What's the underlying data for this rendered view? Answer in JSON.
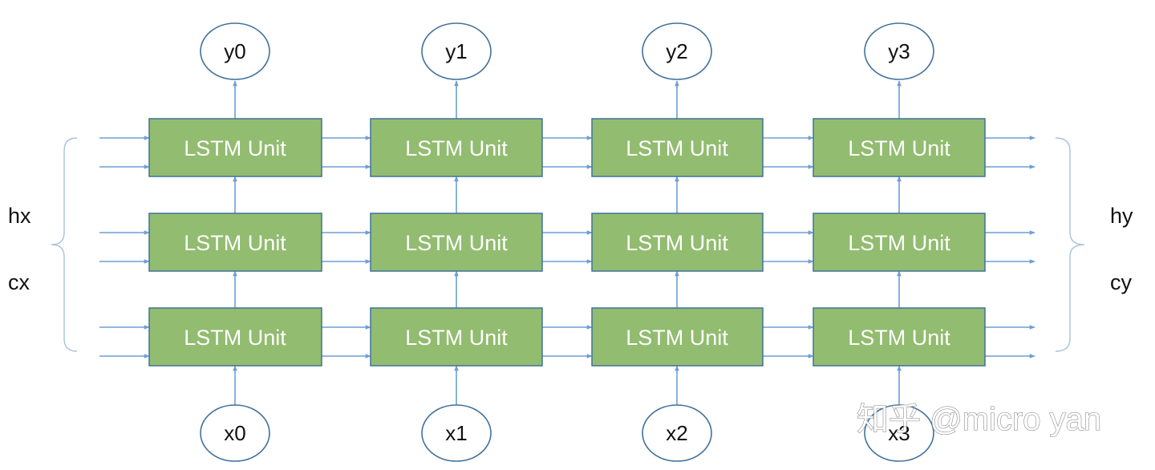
{
  "units": [
    [
      "LSTM Unit",
      "LSTM Unit",
      "LSTM Unit",
      "LSTM Unit"
    ],
    [
      "LSTM Unit",
      "LSTM Unit",
      "LSTM Unit",
      "LSTM Unit"
    ],
    [
      "LSTM Unit",
      "LSTM Unit",
      "LSTM Unit",
      "LSTM Unit"
    ]
  ],
  "outputs": [
    "y0",
    "y1",
    "y2",
    "y3"
  ],
  "inputs": [
    "x0",
    "x1",
    "x2",
    "x3"
  ],
  "left_labels": {
    "hidden": "hx",
    "cell": "cx"
  },
  "right_labels": {
    "hidden": "hy",
    "cell": "cy"
  },
  "watermark": "知乎 @micro yan",
  "colors": {
    "unit_fill": "#92BC70",
    "unit_border": "#41719C",
    "arrow": "#6E9FD3",
    "node_border": "#41719C"
  }
}
